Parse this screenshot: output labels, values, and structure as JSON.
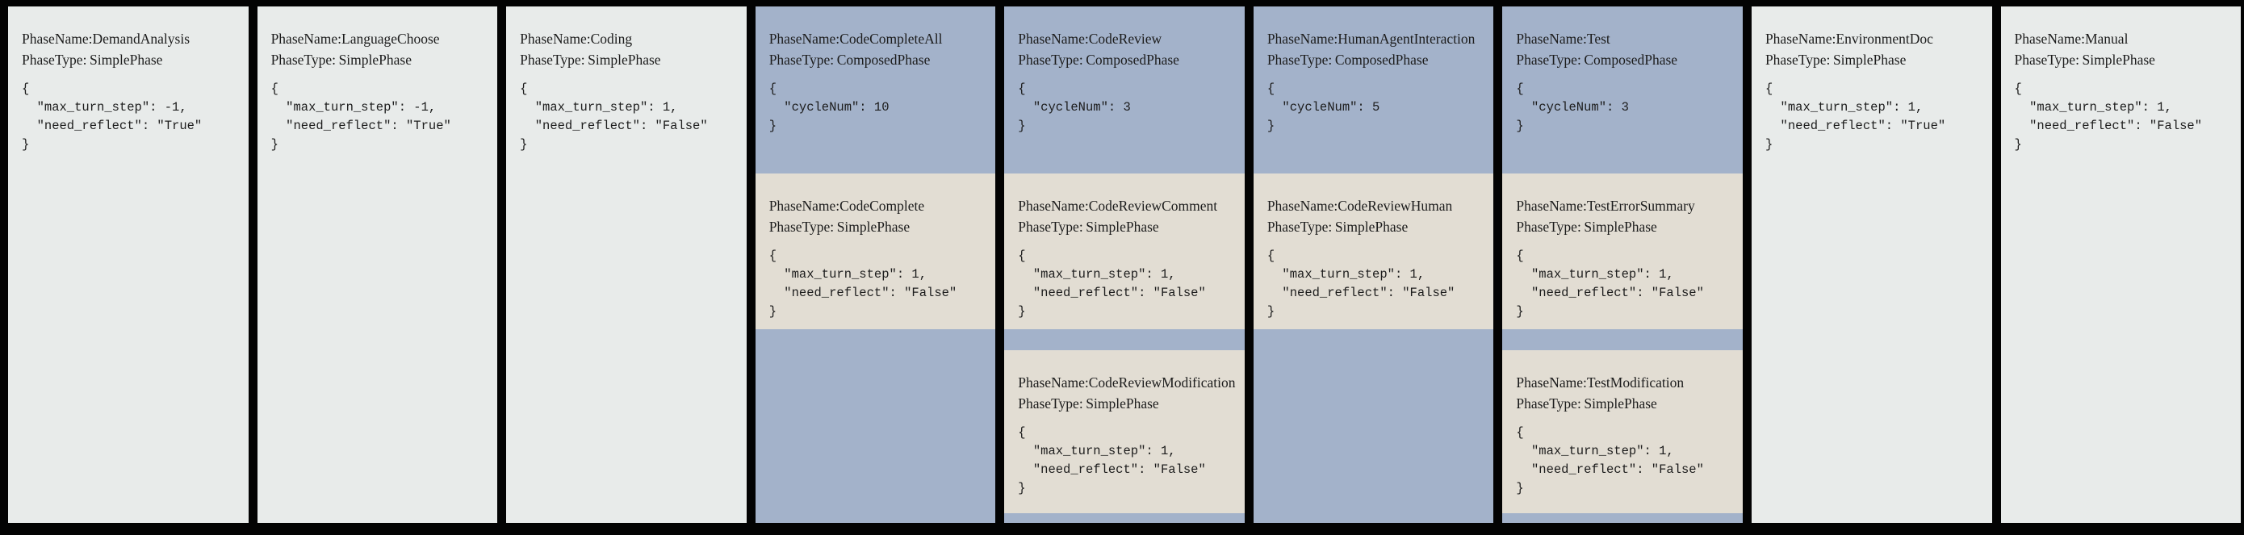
{
  "diagram_title": "ChatDev phase configuration cards",
  "labels": {
    "phase_name": "PhaseName:",
    "phase_type": "PhaseType:"
  },
  "colors": {
    "background": "#030303",
    "card_simple": "#e8ebea",
    "card_composed": "#a3b2ca",
    "card_sub": "#e2ddd3",
    "text": "#1c1c1c"
  },
  "phases": [
    {
      "name": "DemandAnalysis",
      "type": "SimplePhase",
      "kind": "simple",
      "json": "{\n  \"max_turn_step\": -1,\n  \"need_reflect\": \"True\"\n}"
    },
    {
      "name": "LanguageChoose",
      "type": "SimplePhase",
      "kind": "simple",
      "json": "{\n  \"max_turn_step\": -1,\n  \"need_reflect\": \"True\"\n}"
    },
    {
      "name": "Coding",
      "type": "SimplePhase",
      "kind": "simple",
      "json": "{\n  \"max_turn_step\": 1,\n  \"need_reflect\": \"False\"\n}"
    },
    {
      "name": "CodeCompleteAll",
      "type": "ComposedPhase",
      "kind": "composed",
      "json": "{\n  \"cycleNum\": 10\n}",
      "children": [
        {
          "name": "CodeComplete",
          "type": "SimplePhase",
          "json": "{\n  \"max_turn_step\": 1,\n  \"need_reflect\": \"False\"\n}"
        }
      ]
    },
    {
      "name": "CodeReview",
      "type": "ComposedPhase",
      "kind": "composed",
      "json": "{\n  \"cycleNum\": 3\n}",
      "children": [
        {
          "name": "CodeReviewComment",
          "type": "SimplePhase",
          "json": "{\n  \"max_turn_step\": 1,\n  \"need_reflect\": \"False\"\n}"
        },
        {
          "name": "CodeReviewModification",
          "type": "SimplePhase",
          "json": "{\n  \"max_turn_step\": 1,\n  \"need_reflect\": \"False\"\n}"
        }
      ]
    },
    {
      "name": "HumanAgentInteraction",
      "type": "ComposedPhase",
      "kind": "composed",
      "json": "{\n  \"cycleNum\": 5\n}",
      "children": [
        {
          "name": "CodeReviewHuman",
          "type": "SimplePhase",
          "json": "{\n  \"max_turn_step\": 1,\n  \"need_reflect\": \"False\"\n}"
        }
      ]
    },
    {
      "name": "Test",
      "type": "ComposedPhase",
      "kind": "composed",
      "json": "{\n  \"cycleNum\": 3\n}",
      "children": [
        {
          "name": "TestErrorSummary",
          "type": "SimplePhase",
          "json": "{\n  \"max_turn_step\": 1,\n  \"need_reflect\": \"False\"\n}"
        },
        {
          "name": "TestModification",
          "type": "SimplePhase",
          "json": "{\n  \"max_turn_step\": 1,\n  \"need_reflect\": \"False\"\n}"
        }
      ]
    },
    {
      "name": "EnvironmentDoc",
      "type": "SimplePhase",
      "kind": "simple",
      "json": "{\n  \"max_turn_step\": 1,\n  \"need_reflect\": \"True\"\n}"
    },
    {
      "name": "Manual",
      "type": "SimplePhase",
      "kind": "simple",
      "json": "{\n  \"max_turn_step\": 1,\n  \"need_reflect\": \"False\"\n}"
    }
  ]
}
